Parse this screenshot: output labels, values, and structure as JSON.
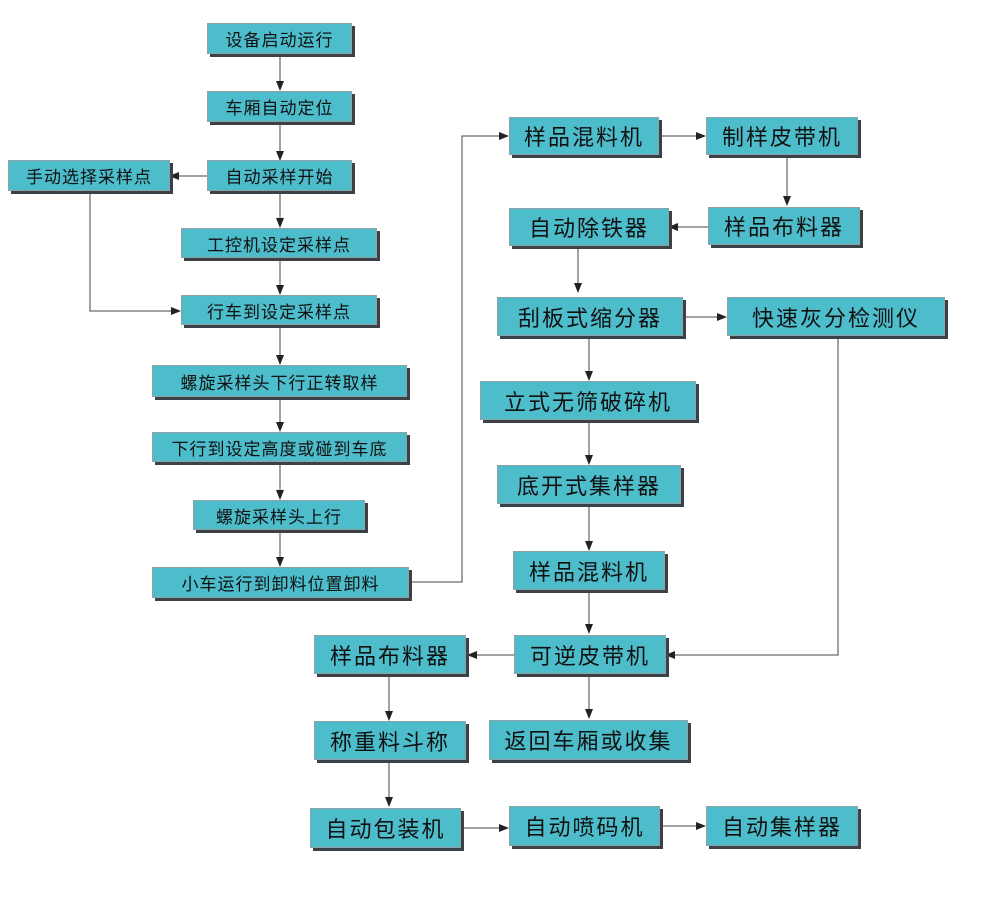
{
  "steps": {
    "start": "设备启动运行",
    "position": "车厢自动定位",
    "sampling_start": "自动采样开始",
    "manual_select": "手动选择采样点",
    "ipc_set": "工控机设定采样点",
    "crane_move": "行车到设定采样点",
    "spiral_down": "螺旋采样头下行正转取样",
    "down_to_depth": "下行到设定高度或碰到车底",
    "spiral_up": "螺旋采样头上行",
    "cart_unload": "小车运行到卸料位置卸料",
    "mixer_top": "样品混料机",
    "prep_belt": "制样皮带机",
    "distributor_right": "样品布料器",
    "iron_remover": "自动除铁器",
    "scraper_divider": "刮板式缩分器",
    "ash_analyzer": "快速灰分检测仪",
    "crusher": "立式无筛破碎机",
    "bottom_collector": "底开式集样器",
    "mixer_middle": "样品混料机",
    "reversible_belt": "可逆皮带机",
    "distributor_left": "样品布料器",
    "return_collect": "返回车厢或收集",
    "weigh_hopper": "称重料斗称",
    "auto_packer": "自动包装机",
    "auto_coder": "自动喷码机",
    "auto_collector": "自动集样器"
  }
}
